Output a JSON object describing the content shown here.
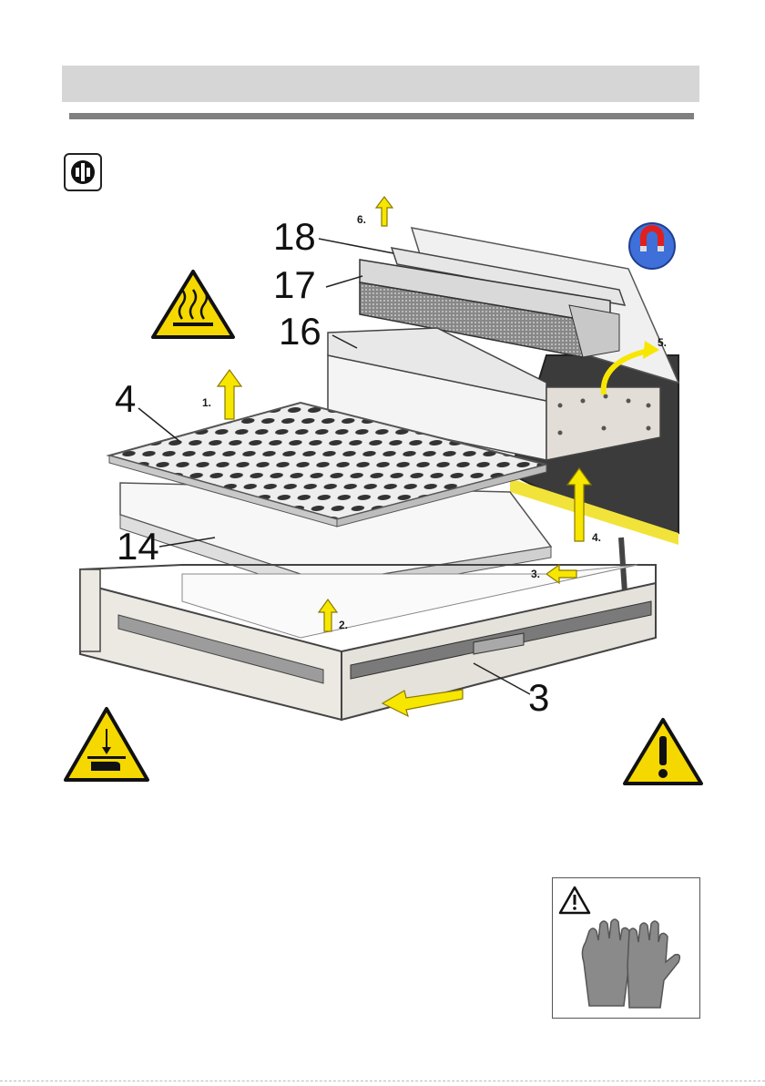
{
  "diagram": {
    "callouts": {
      "c18": "18",
      "c17": "17",
      "c16": "16",
      "c4": "4",
      "c14": "14",
      "c3": "3"
    },
    "steps": {
      "s1": "1.",
      "s2": "2.",
      "s3": "3.",
      "s4": "4.",
      "s5": "5.",
      "s6": "6."
    }
  },
  "icons": {
    "info": "info-person-icon",
    "hot_surface": "hot-surface-warning-icon",
    "magnet": "magnet-icon",
    "hand_crush": "hand-crush-warning-icon",
    "general_warning": "general-warning-icon",
    "gloves": "protective-gloves-icon"
  },
  "colors": {
    "warning_yellow": "#f5d800",
    "arrow_yellow": "#f7e600",
    "header_gray": "#d6d6d6",
    "rule_gray": "#808080"
  }
}
